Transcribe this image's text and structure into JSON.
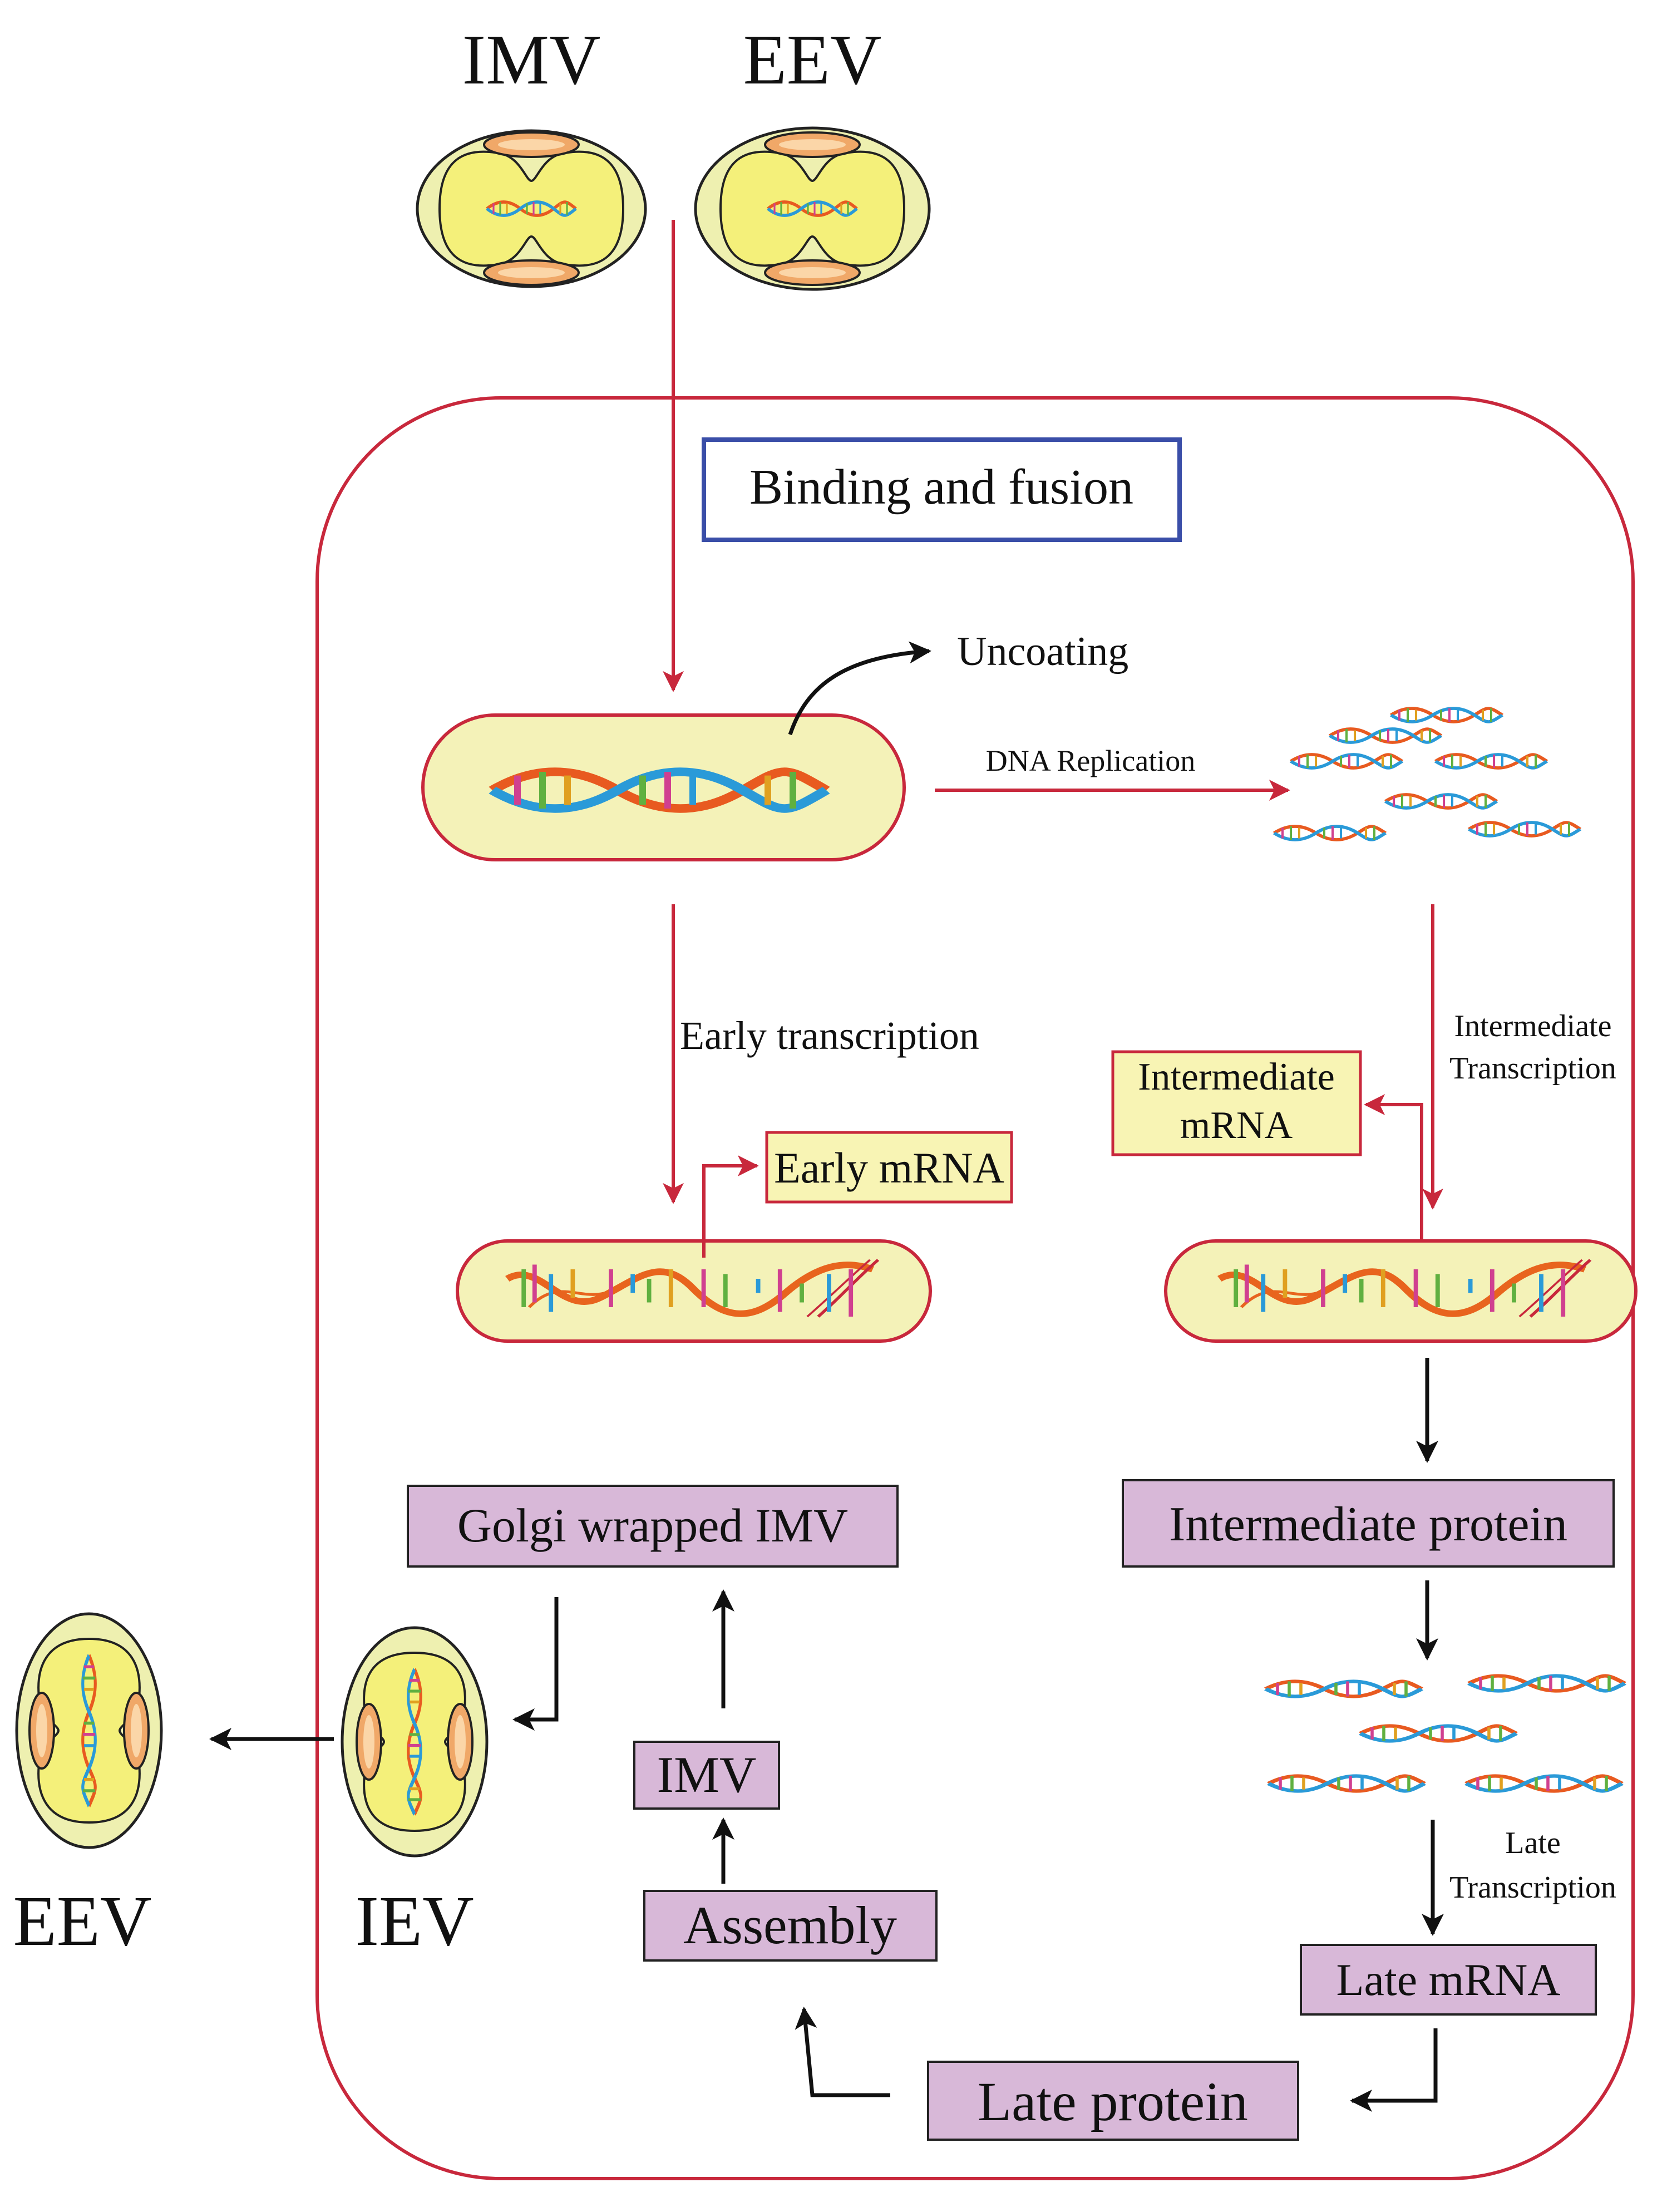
{
  "labels": {
    "imv_top": "IMV",
    "eev_top": "EEV",
    "binding": "Binding and fusion",
    "uncoating": "Uncoating",
    "dna_replication": "DNA Replication",
    "early_transcription": "Early transcription",
    "early_mrna": "Early mRNA",
    "intermediate_mrna_1": "Intermediate",
    "intermediate_mrna_2": "mRNA",
    "intermediate_transcription_1": "Intermediate",
    "intermediate_transcription_2": "Transcription",
    "intermediate_protein": "Intermediate protein",
    "golgi": "Golgi wrapped IMV",
    "imv_box": "IMV",
    "assembly": "Assembly",
    "late_transcription_1": "Late",
    "late_transcription_2": "Transcription",
    "late_mrna": "Late mRNA",
    "late_protein": "Late protein",
    "iev": "IEV",
    "eev_bottom": "EEV"
  },
  "colors": {
    "cell_border": "#c8283c",
    "red_arrow": "#c8283c",
    "black_arrow": "#111111",
    "blue_box_border": "#3a4ea8",
    "purple_box": "#d8b8d8",
    "yellow_box": "#f8f4b4",
    "virion_outer": "#eef0b0",
    "virion_inner": "#f4f07a",
    "capsule_fill": "#f4f2b8",
    "lateral_body": "#f0a868",
    "dna_orange": "#e85a20",
    "dna_blue": "#2a9ad8"
  }
}
